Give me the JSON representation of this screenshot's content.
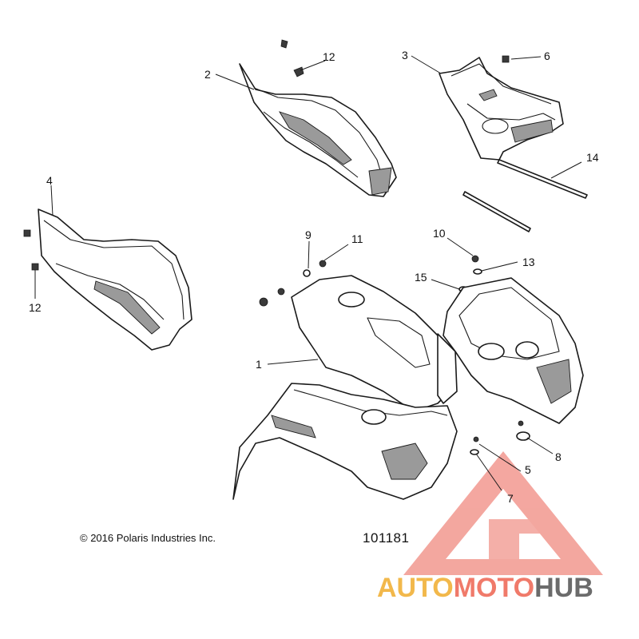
{
  "diagram": {
    "callouts": [
      "1",
      "2",
      "3",
      "4",
      "5",
      "6",
      "7",
      "8",
      "9",
      "10",
      "11",
      "12",
      "12",
      "13",
      "14",
      "15"
    ],
    "copyright": "© 2016 Polaris Industries Inc.",
    "diagram_number": "101181"
  },
  "watermark": {
    "part1": "AUTO",
    "part2": "MOTO",
    "part3": "HUB",
    "color_part1": "#f2b84b",
    "color_part2": "#f07a6a",
    "color_part3": "#6b6b6b",
    "triangle_color": "#f08a80"
  }
}
